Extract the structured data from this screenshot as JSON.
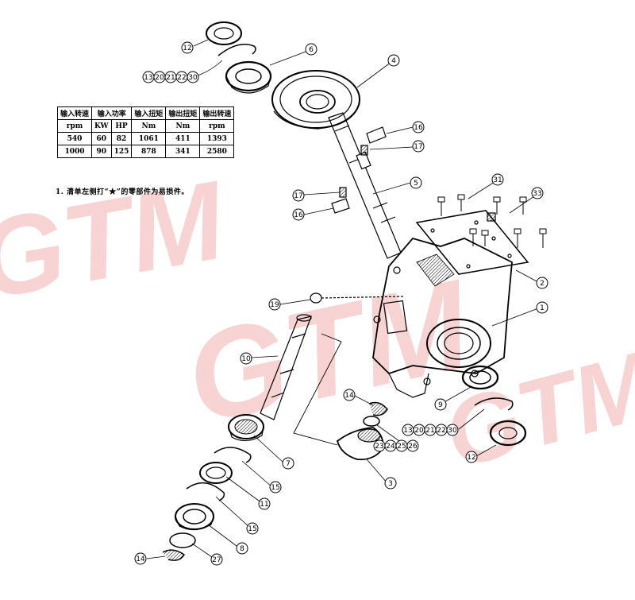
{
  "watermark": {
    "text": "GTM",
    "color": "#f4c4c4"
  },
  "spec_table": {
    "headers": [
      "输入转速",
      "输入功率",
      "输入扭矩",
      "输出扭矩",
      "输出转速"
    ],
    "units": [
      "rpm",
      "KW",
      "HP",
      "Nm",
      "Nm",
      "rpm"
    ],
    "rows": [
      [
        "540",
        "60",
        "82",
        "1061",
        "411",
        "1393"
      ],
      [
        "1000",
        "90",
        "125",
        "878",
        "341",
        "2580"
      ]
    ]
  },
  "note": "1. 清单左侧打“★”的零部件为易损件。",
  "callouts": {
    "c1": "1",
    "c2": "2",
    "c3": "3",
    "c4": "4",
    "c5": "5",
    "c6": "6",
    "c7": "7",
    "c8": "8",
    "c9": "9",
    "c10": "10",
    "c11": "11",
    "c12a": "12",
    "c12b": "12",
    "c13a": "13",
    "c20a": "20",
    "c21a": "21",
    "c22a": "22",
    "c30a": "30",
    "c13b": "13",
    "c20b": "20",
    "c21b": "21",
    "c22b": "22",
    "c30b": "30",
    "c14a": "14",
    "c14b": "14",
    "c15a": "15",
    "c15b": "15",
    "c16a": "16",
    "c16b": "16",
    "c17a": "17",
    "c17b": "17",
    "c19": "19",
    "c23": "23",
    "c24": "24",
    "c25": "25",
    "c26": "26",
    "c27": "27",
    "c31": "31",
    "c33": "33"
  }
}
